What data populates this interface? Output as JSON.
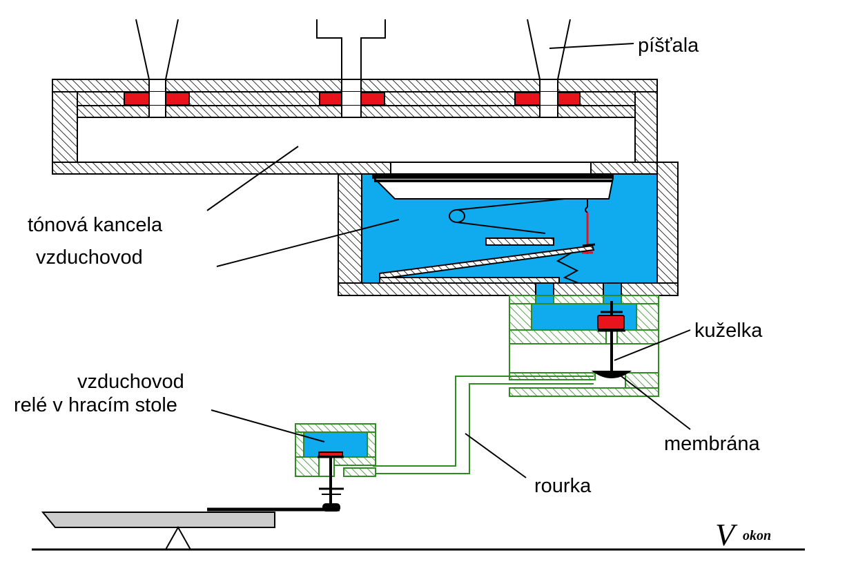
{
  "labels": {
    "pistala": "píšťala",
    "tonova_kancela": "tónová kancela",
    "vzduchovod_upper": "vzduchovod",
    "kuzelka": "kuželka",
    "vzduchovod_lower": "vzduchovod",
    "rele": "relé v hracím stole",
    "membrana": "membrána",
    "rourka": "rourka"
  },
  "signature": {
    "initial": "V",
    "text": "okon"
  },
  "colors": {
    "air": "#10aaee",
    "valve": "#e8141c",
    "green": "#2e8b22",
    "hatch": "#000000",
    "line": "#000000"
  }
}
